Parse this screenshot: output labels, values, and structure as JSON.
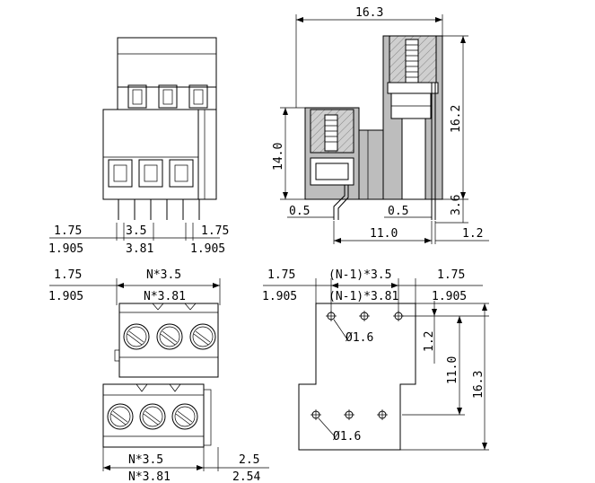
{
  "dims": {
    "overall_width": "16.3",
    "right_height": "16.2",
    "left_height": "14.0",
    "pin_drop": "3.6",
    "left_pin_offset": "0.5",
    "right_pin_offset": "0.5",
    "pin_span": "11.0",
    "pin_tail": "1.2",
    "edge_a_top": "1.75",
    "edge_a_bottom": "1.905",
    "pitch_a": "3.5",
    "pitch_b": "3.81",
    "edge_b_top": "1.75",
    "edge_b_bottom": "1.905",
    "bl_edge_top": "1.75",
    "bl_edge_bottom": "1.905",
    "bl_pitch_a": "N*3.5",
    "bl_pitch_b": "N*3.81",
    "bl_foot_a": "N*3.5",
    "bl_foot_b": "N*3.81",
    "bl_side_a": "2.5",
    "bl_side_b": "2.54",
    "br_edge_left_top": "1.75",
    "br_edge_left_bottom": "1.905",
    "br_pitch_a": "(N-1)*3.5",
    "br_pitch_b": "(N-1)*3.81",
    "br_edge_right_top": "1.75",
    "br_edge_right_bottom": "1.905",
    "br_hole_top": "Ø1.6",
    "br_hole_bottom": "Ø1.6",
    "br_offset_small": "1.2",
    "br_offset_mid": "11.0",
    "br_offset_total": "16.3"
  }
}
